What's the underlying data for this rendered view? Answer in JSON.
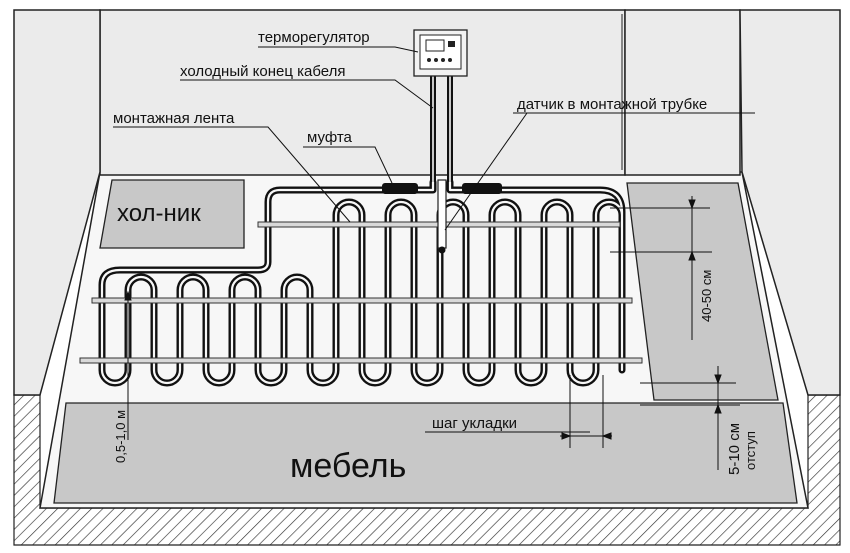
{
  "labels": {
    "thermostat": "терморегулятор",
    "cold_end": "холодный конец кабеля",
    "mounting_tape": "монтажная лента",
    "coupling": "муфта",
    "sensor": "датчик в монтажной трубке",
    "fridge": "хол-ник",
    "furniture": "мебель",
    "pitch": "шаг укладки",
    "tape_spacing": "40-50 см",
    "offset_value": "5-10 см",
    "offset_word": "отступ",
    "loop_distance": "0,5-1,0 м"
  },
  "colors": {
    "wall": "#ebebeb",
    "furniture": "#c8c8c8",
    "cable": "#111111",
    "tape": "#d9d9d9",
    "hatch": "#333333"
  },
  "icons": {
    "thermostat": "thermostat-icon"
  }
}
